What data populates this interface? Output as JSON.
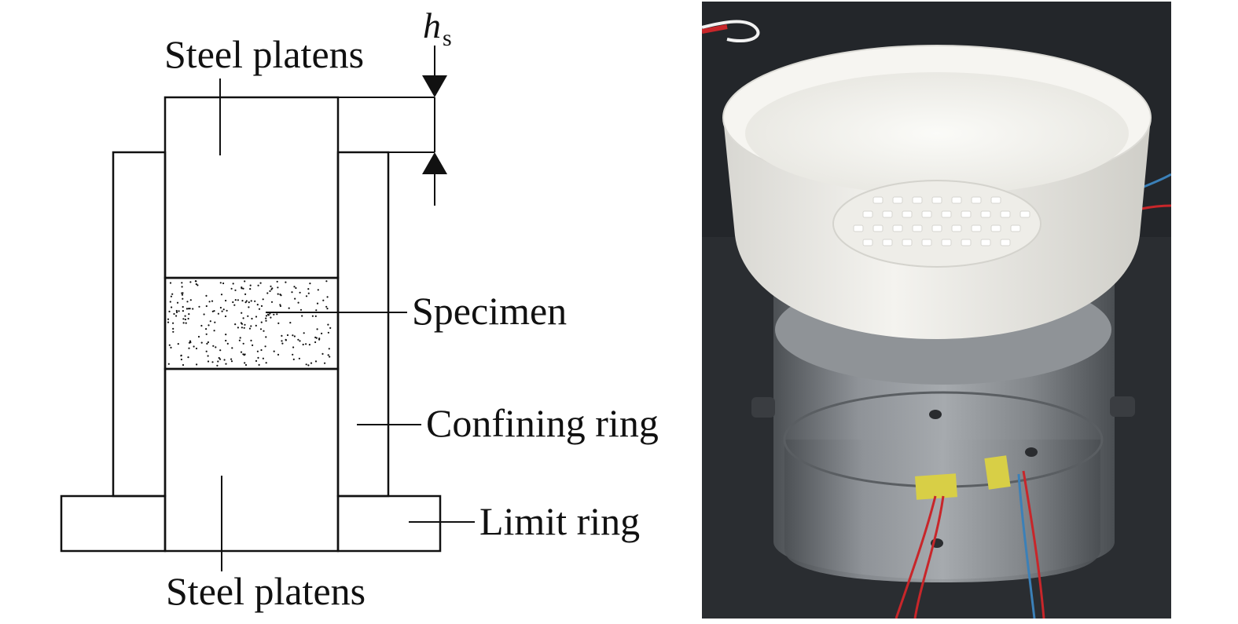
{
  "diagram": {
    "labels": {
      "steel_platens_top": "Steel platens",
      "specimen": "Specimen",
      "confining_ring": "Confining ring",
      "limit_ring": "Limit ring",
      "steel_platens_bottom": "Steel platens",
      "dimension_symbol": "h",
      "dimension_subscript": "s"
    }
  },
  "colors": {
    "line": "#111111",
    "background": "#ffffff",
    "photo_backdrop": "#2a2d31",
    "bowl_white": "#efeeea",
    "cylinder_steel": "#7e8286",
    "gauge_yellow": "#d8cf46",
    "wire_red": "#c8262a",
    "wire_blue": "#3b80b8"
  },
  "photo": {
    "description_icon": "test-apparatus-photo"
  }
}
